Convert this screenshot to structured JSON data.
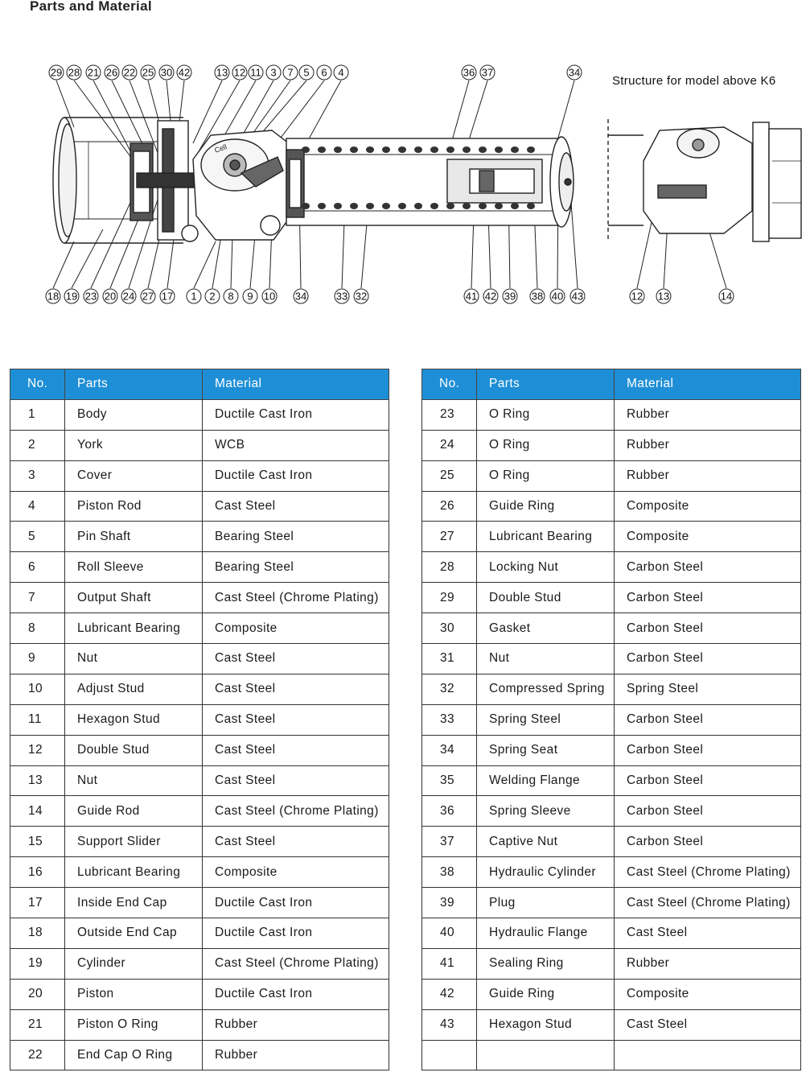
{
  "title": "Parts and Material",
  "diagram": {
    "note": "Structure for model above K6",
    "top_labels": [
      "29",
      "28",
      "21",
      "26",
      "22",
      "25",
      "30",
      "42",
      "13",
      "12",
      "11",
      "3",
      "7",
      "5",
      "6",
      "4",
      "36",
      "37",
      "34"
    ],
    "bottom_labels": [
      "18",
      "19",
      "23",
      "20",
      "24",
      "27",
      "17",
      "1",
      "2",
      "8",
      "9",
      "10",
      "34",
      "33",
      "32",
      "41",
      "42",
      "39",
      "38",
      "40",
      "43"
    ],
    "k6_labels": [
      "12",
      "13",
      "14"
    ],
    "body_marks": [
      "Cell"
    ]
  },
  "table": {
    "headers": {
      "no": "No.",
      "parts": "Parts",
      "material": "Material"
    },
    "left": [
      {
        "no": "1",
        "part": "Body",
        "material": "Ductile Cast Iron"
      },
      {
        "no": "2",
        "part": "York",
        "material": "WCB"
      },
      {
        "no": "3",
        "part": "Cover",
        "material": "Ductile Cast Iron"
      },
      {
        "no": "4",
        "part": "Piston Rod",
        "material": "Cast Steel"
      },
      {
        "no": "5",
        "part": "Pin Shaft",
        "material": "Bearing Steel"
      },
      {
        "no": "6",
        "part": "Roll Sleeve",
        "material": "Bearing Steel"
      },
      {
        "no": "7",
        "part": "Output Shaft",
        "material": "Cast Steel (Chrome Plating)"
      },
      {
        "no": "8",
        "part": "Lubricant Bearing",
        "material": "Composite"
      },
      {
        "no": "9",
        "part": "Nut",
        "material": "Cast Steel"
      },
      {
        "no": "10",
        "part": "Adjust Stud",
        "material": "Cast Steel"
      },
      {
        "no": "11",
        "part": "Hexagon Stud",
        "material": "Cast Steel"
      },
      {
        "no": "12",
        "part": "Double Stud",
        "material": "Cast Steel"
      },
      {
        "no": "13",
        "part": "Nut",
        "material": "Cast Steel"
      },
      {
        "no": "14",
        "part": "Guide Rod",
        "material": "Cast Steel (Chrome Plating)"
      },
      {
        "no": "15",
        "part": "Support Slider",
        "material": "Cast Steel"
      },
      {
        "no": "16",
        "part": "Lubricant Bearing",
        "material": "Composite"
      },
      {
        "no": "17",
        "part": "Inside End Cap",
        "material": "Ductile Cast Iron"
      },
      {
        "no": "18",
        "part": "Outside End Cap",
        "material": "Ductile Cast Iron"
      },
      {
        "no": "19",
        "part": "Cylinder",
        "material": "Cast Steel (Chrome Plating)"
      },
      {
        "no": "20",
        "part": "Piston",
        "material": "Ductile Cast Iron"
      },
      {
        "no": "21",
        "part": "Piston O Ring",
        "material": "Rubber"
      },
      {
        "no": "22",
        "part": "End Cap O Ring",
        "material": "Rubber"
      }
    ],
    "right": [
      {
        "no": "23",
        "part": "O Ring",
        "material": "Rubber"
      },
      {
        "no": "24",
        "part": "O Ring",
        "material": "Rubber"
      },
      {
        "no": "25",
        "part": "O Ring",
        "material": "Rubber"
      },
      {
        "no": "26",
        "part": "Guide Ring",
        "material": "Composite"
      },
      {
        "no": "27",
        "part": "Lubricant Bearing",
        "material": "Composite"
      },
      {
        "no": "28",
        "part": "Locking Nut",
        "material": "Carbon Steel"
      },
      {
        "no": "29",
        "part": "Double Stud",
        "material": "Carbon Steel"
      },
      {
        "no": "30",
        "part": "Gasket",
        "material": "Carbon Steel"
      },
      {
        "no": "31",
        "part": "Nut",
        "material": "Carbon Steel"
      },
      {
        "no": "32",
        "part": "Compressed Spring",
        "material": "Spring Steel"
      },
      {
        "no": "33",
        "part": "Spring Steel",
        "material": "Carbon Steel"
      },
      {
        "no": "34",
        "part": "Spring Seat",
        "material": "Carbon Steel"
      },
      {
        "no": "35",
        "part": "Welding Flange",
        "material": "Carbon Steel"
      },
      {
        "no": "36",
        "part": "Spring Sleeve",
        "material": "Carbon Steel"
      },
      {
        "no": "37",
        "part": "Captive Nut",
        "material": "Carbon Steel"
      },
      {
        "no": "38",
        "part": "Hydraulic Cylinder",
        "material": "Cast Steel (Chrome Plating)"
      },
      {
        "no": "39",
        "part": "Plug",
        "material": "Cast Steel (Chrome Plating)"
      },
      {
        "no": "40",
        "part": "Hydraulic Flange",
        "material": "Cast Steel"
      },
      {
        "no": "41",
        "part": "Sealing Ring",
        "material": "Rubber"
      },
      {
        "no": "42",
        "part": "Guide Ring",
        "material": "Composite"
      },
      {
        "no": "43",
        "part": "Hexagon Stud",
        "material": "Cast Steel"
      },
      {
        "no": "",
        "part": "",
        "material": ""
      }
    ]
  }
}
